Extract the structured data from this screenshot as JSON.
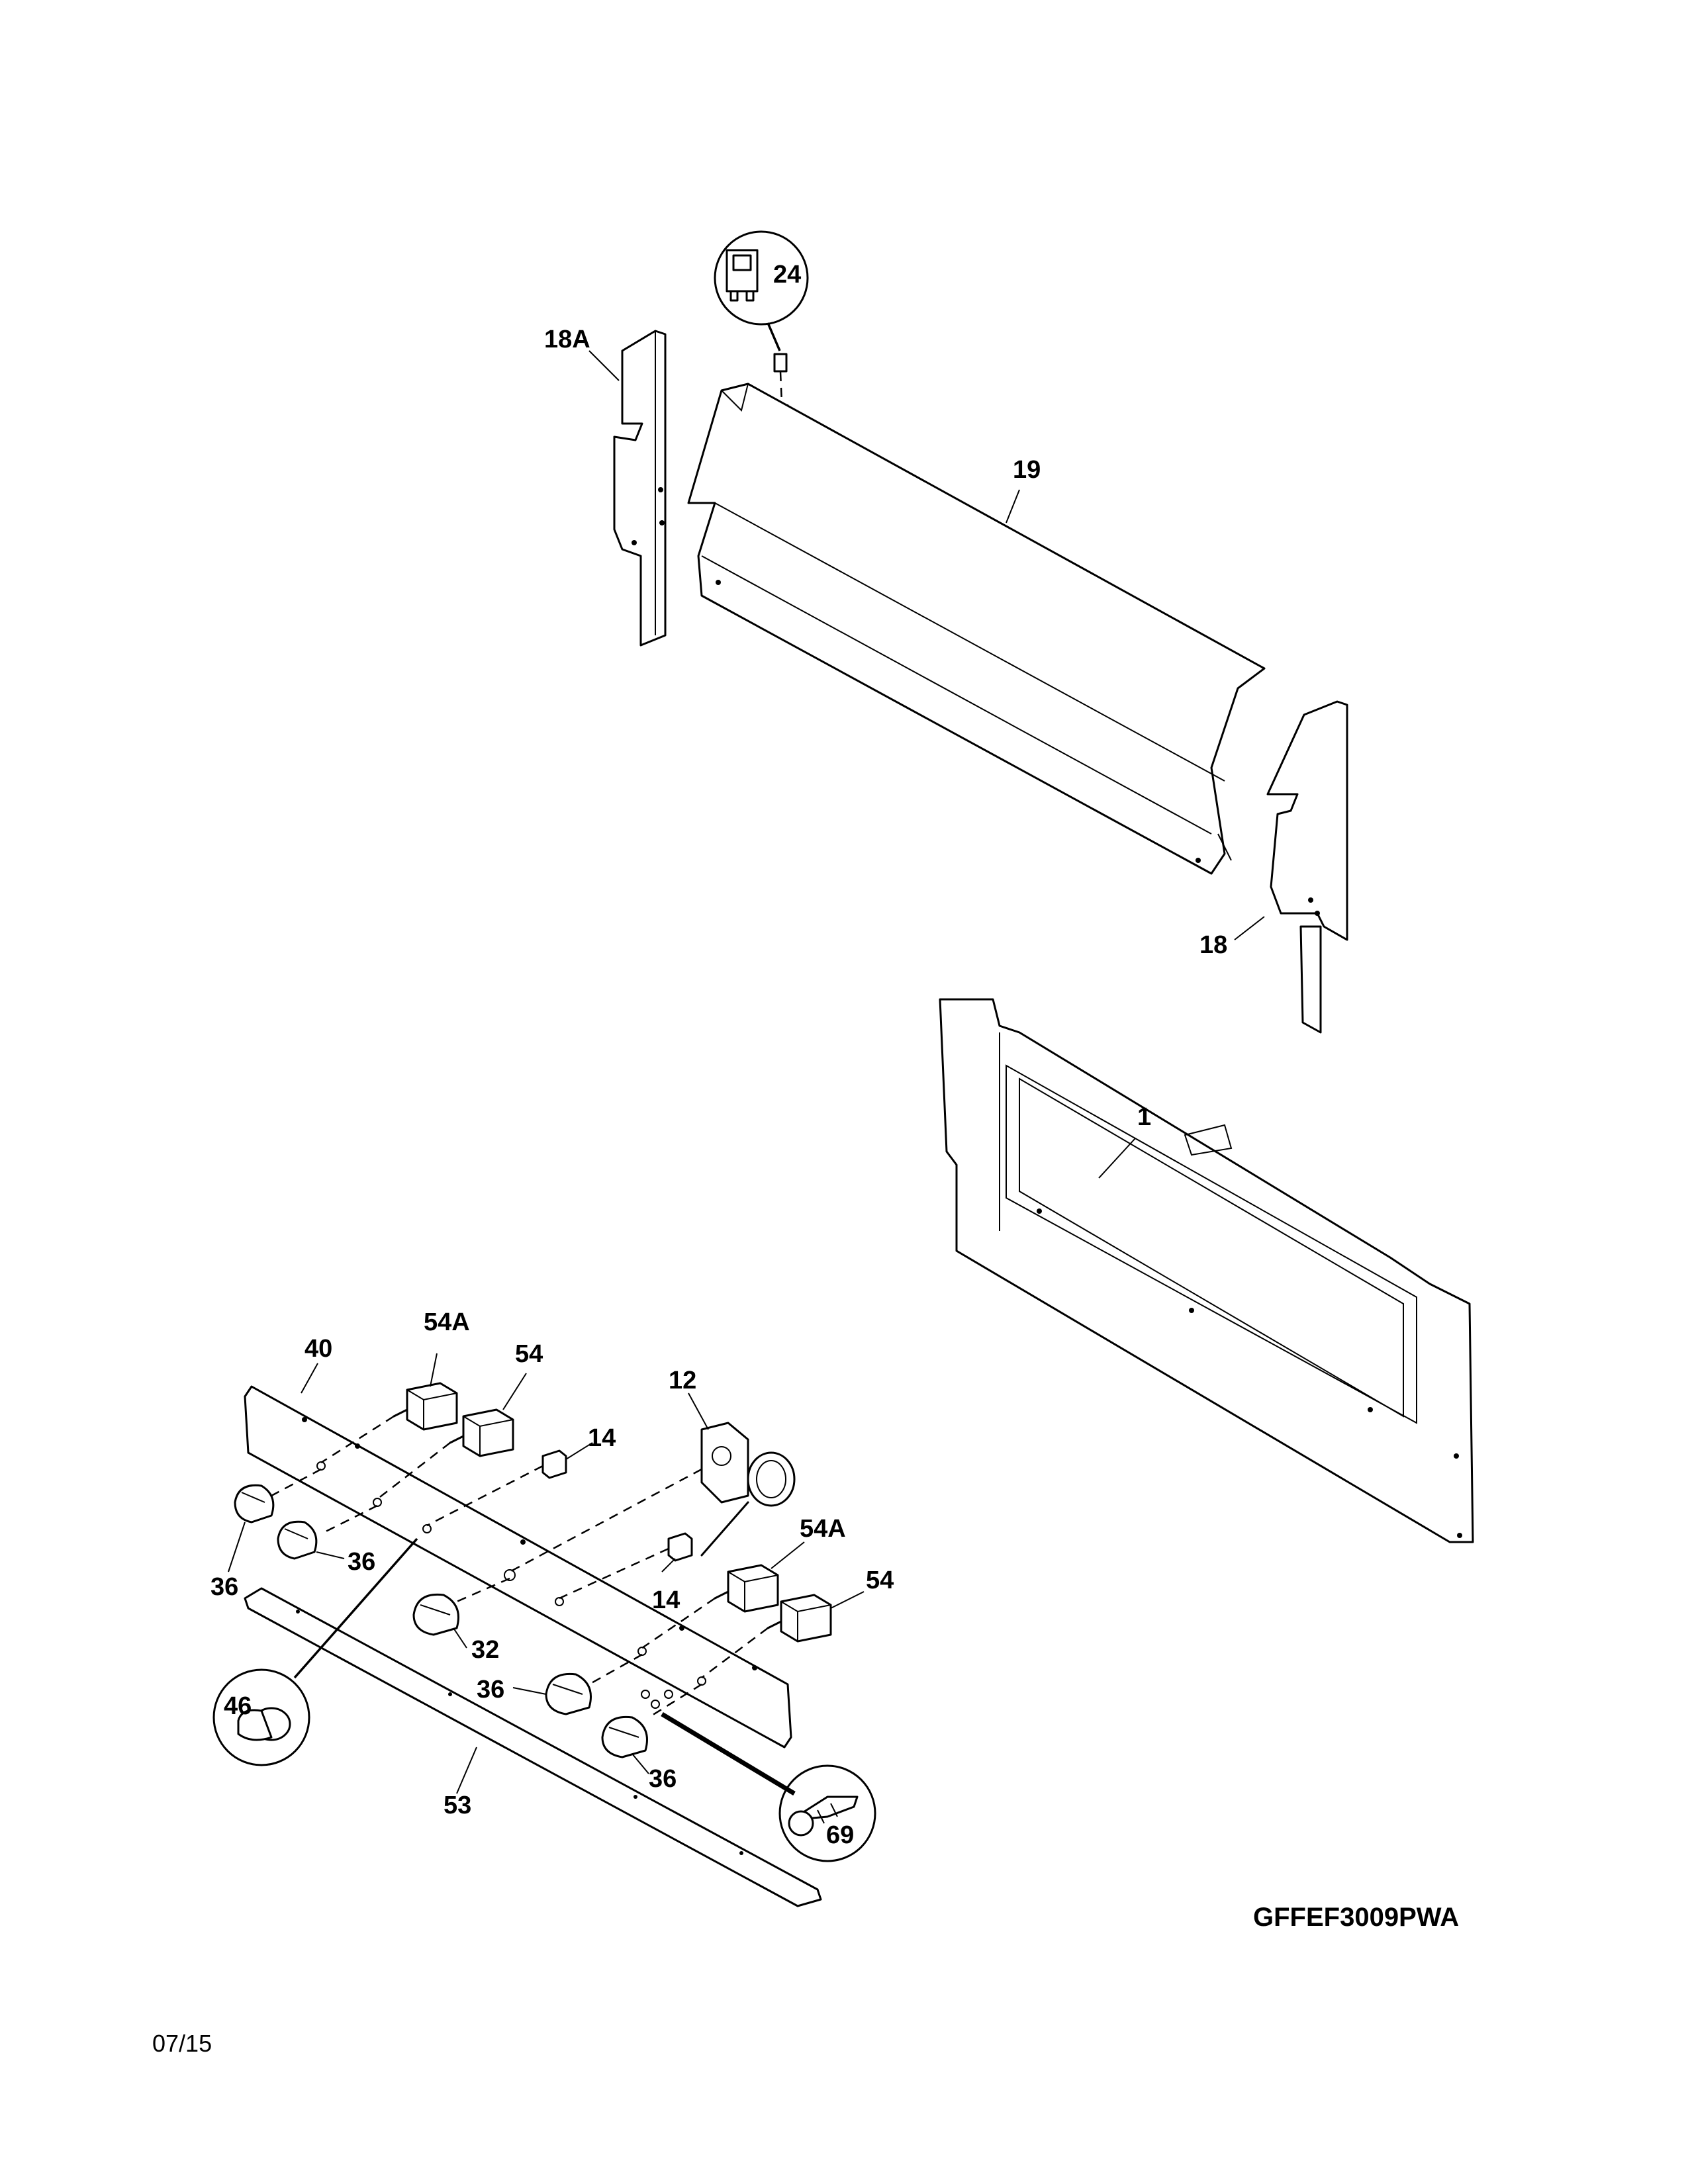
{
  "model_number": "GFFEF3009PWA",
  "date_code": "07/15",
  "callouts": {
    "p1": "1",
    "p12": "12",
    "p14a": "14",
    "p14b": "14",
    "p18": "18",
    "p18a": "18A",
    "p19": "19",
    "p24": "24",
    "p32": "32",
    "p36a": "36",
    "p36b": "36",
    "p36c": "36",
    "p36d": "36",
    "p40": "40",
    "p46": "46",
    "p53": "53",
    "p54a": "54",
    "p54b": "54",
    "p54Aa": "54A",
    "p54Ab": "54A",
    "p69": "69"
  }
}
